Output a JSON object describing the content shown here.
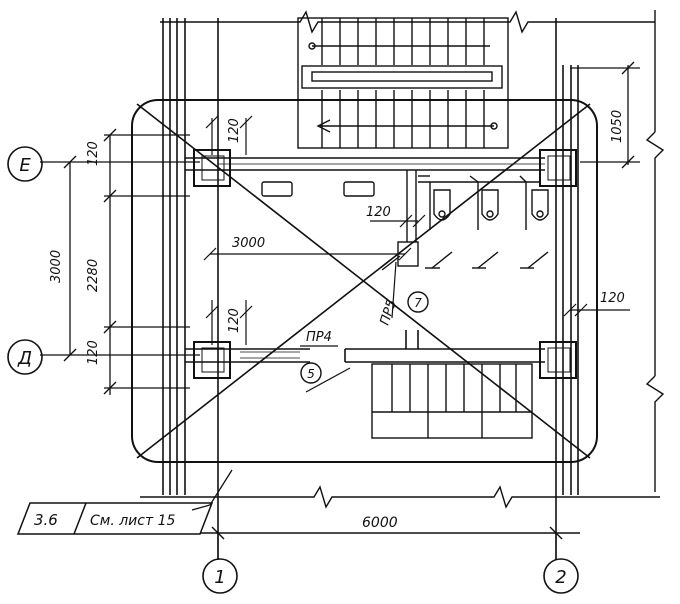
{
  "axes": {
    "rows": [
      "Е",
      "Д"
    ],
    "cols": [
      "1",
      "2"
    ]
  },
  "dimensions": {
    "d120_top_left": "120",
    "d2280": "2280",
    "d3000_left": "3000",
    "d120_mid_left": "120",
    "d120_col_top": "120",
    "d120_col_mid": "120",
    "d3000_inner": "3000",
    "d120_inner": "120",
    "d1050": "1050",
    "d120_right": "120",
    "d6000": "6000"
  },
  "marks": {
    "pr4": "ПР4",
    "pr5": "ПР5",
    "n5": "5",
    "n7": "7"
  },
  "reference": {
    "code": "3.6",
    "note": "См. лист 15"
  },
  "colors": {
    "ink": "#111111",
    "paper": "#ffffff"
  }
}
